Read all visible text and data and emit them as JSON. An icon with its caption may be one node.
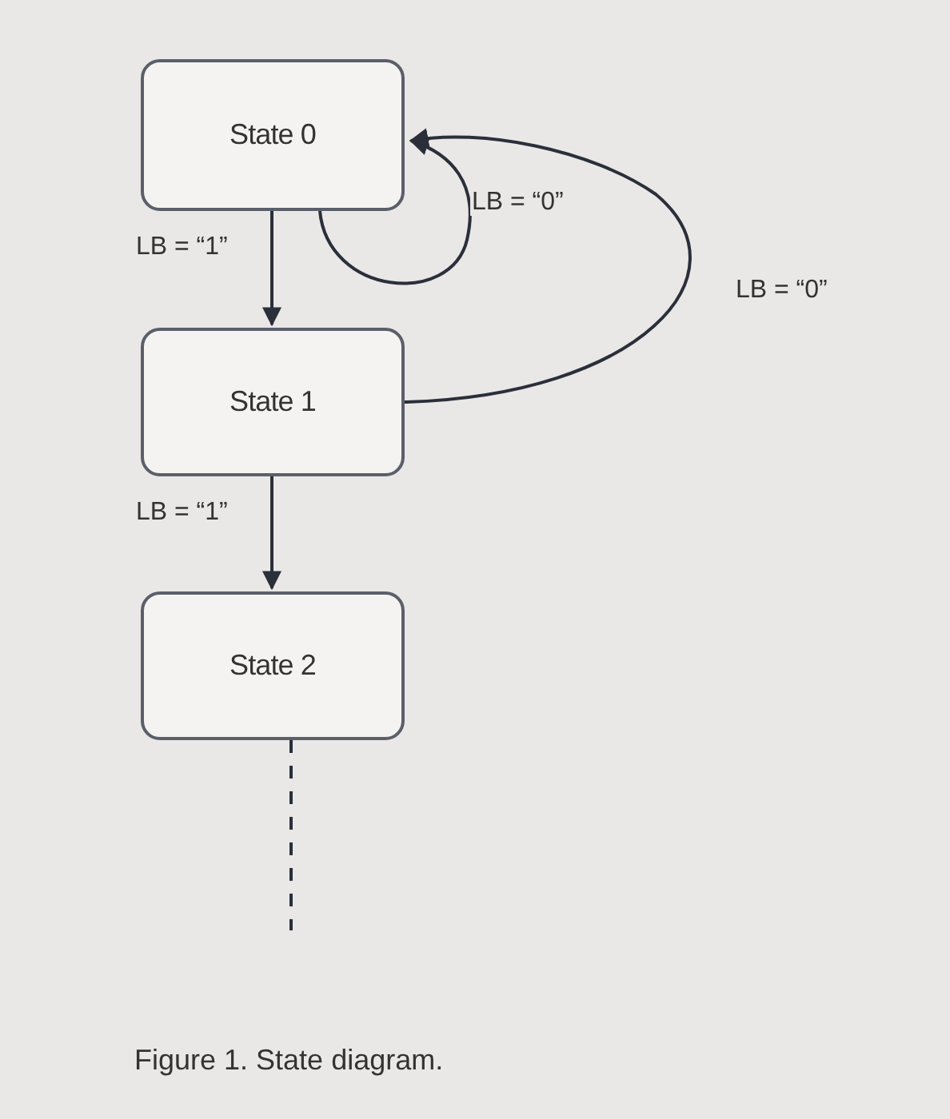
{
  "diagram": {
    "caption": "Figure 1. State diagram.",
    "nodes": [
      {
        "text": [
          "State 0"
        ]
      },
      {
        "text": [
          "State 1"
        ]
      },
      {
        "text": [
          "State 2"
        ]
      }
    ],
    "edges": [
      {
        "from": 0,
        "to": 1,
        "arrow": "to",
        "label": "LB = “1”"
      },
      {
        "from": 0,
        "to": 0,
        "arrow": "to",
        "label": "LB = “0”"
      },
      {
        "from": 1,
        "to": 0,
        "arrow": "to",
        "label": "LB = “0”"
      },
      {
        "from": 1,
        "to": 2,
        "arrow": "to",
        "label": "LB = “1”"
      },
      {
        "from": 2,
        "to": null,
        "arrow": "none",
        "style": "dashed"
      }
    ]
  }
}
